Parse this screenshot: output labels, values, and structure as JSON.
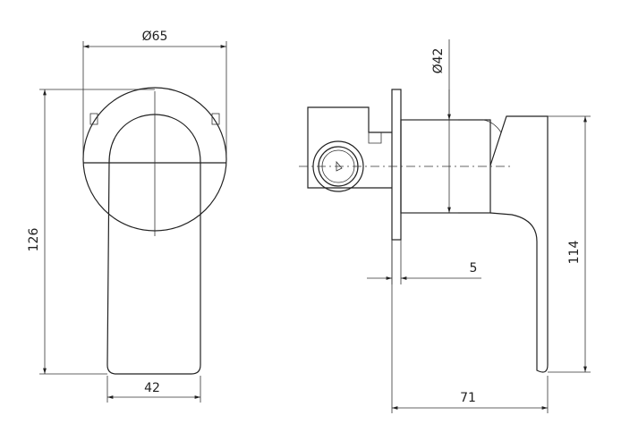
{
  "dimensions": {
    "front_diameter": "Ø65",
    "front_height": "126",
    "front_handle_width": "42",
    "side_diameter": "Ø42",
    "side_offset": "5",
    "side_handle_height": "114",
    "side_depth": "71"
  }
}
